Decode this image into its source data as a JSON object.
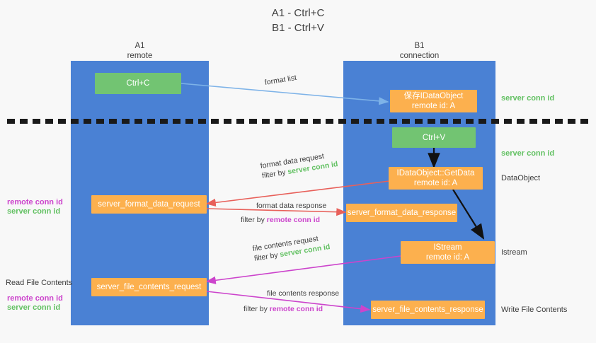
{
  "title": {
    "line1": "A1 - Ctrl+C",
    "line2": "B1 - Ctrl+V"
  },
  "columns": [
    {
      "name": "A1",
      "sub": "remote"
    },
    {
      "name": "B1",
      "sub": "connection"
    }
  ],
  "boxes": {
    "ctrl_c": {
      "line1": "Ctrl+C"
    },
    "save_idataobject": {
      "line1": "保存IDataObject",
      "line2": "remote id: A"
    },
    "ctrl_v": {
      "line1": "Ctrl+V"
    },
    "idataobject_getdata": {
      "line1": "IDataObject::GetData",
      "line2": "remote id: A"
    },
    "server_format_data_request": {
      "line1": "server_format_data_request"
    },
    "server_format_data_response": {
      "line1": "server_format_data_response"
    },
    "istream": {
      "line1": "IStream",
      "line2": "remote id: A"
    },
    "server_file_contents_request": {
      "line1": "server_file_contents_request"
    },
    "server_file_contents_response": {
      "line1": "server_file_contents_response"
    }
  },
  "edges": {
    "format_list": {
      "label": "format list"
    },
    "format_data_request": {
      "label": "format data request",
      "filter_prefix": "filter by ",
      "filter_value": "server conn id"
    },
    "format_data_response": {
      "label": "format data response",
      "filter_prefix": "filter by ",
      "filter_value": "remote conn id"
    },
    "file_contents_request": {
      "label": "file contents request",
      "filter_prefix": "filter by ",
      "filter_value": "server conn id"
    },
    "file_contents_response": {
      "label": "file contents response",
      "filter_prefix": "filter by ",
      "filter_value": "remote conn id"
    }
  },
  "right_notes": {
    "server_conn_id_top": "server conn id",
    "server_conn_id_mid": "server conn id",
    "dataobject": "DataObject",
    "istream": "Istream",
    "write_file_contents": "Write File Contents"
  },
  "left_notes": {
    "remote_conn_id_upper": "remote conn id",
    "server_conn_id_upper": "server conn id",
    "read_file_contents": "Read File Contents",
    "remote_conn_id_lower": "remote conn id",
    "server_conn_id_lower": "server conn id"
  },
  "colors": {
    "lane": "#4a81d4",
    "green_box": "#72c472",
    "orange_box": "#fcb04e",
    "green_text": "#63c163",
    "pink_text": "#cc44cc",
    "arrow_blue": "#7eb3e8",
    "arrow_red": "#e8605a",
    "arrow_pink": "#cc44cc",
    "arrow_black": "#111111",
    "background": "#f8f8f8"
  }
}
